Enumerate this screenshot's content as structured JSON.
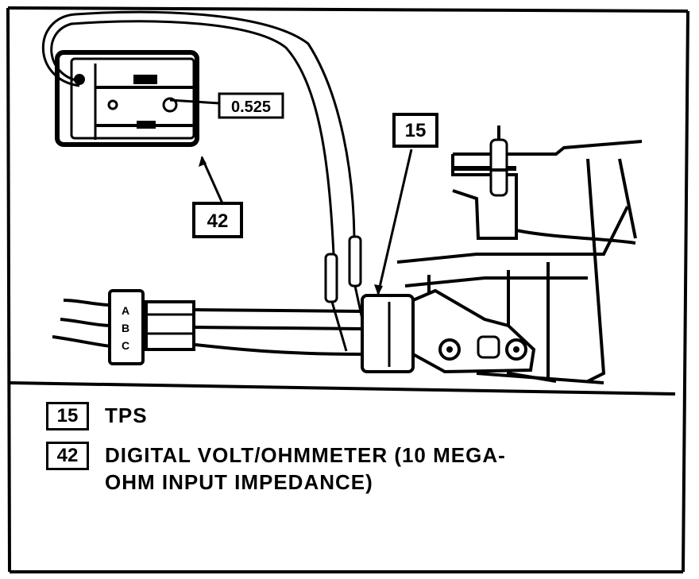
{
  "callouts": {
    "tps_number": "15",
    "meter_number": "42",
    "meter_display": "0.525"
  },
  "connector_pins": [
    "A",
    "B",
    "C"
  ],
  "legend": [
    {
      "number": "15",
      "lines": [
        "TPS"
      ]
    },
    {
      "number": "42",
      "lines": [
        "DIGITAL VOLT/OHMMETER (10 MEGA-",
        "OHM INPUT IMPEDANCE)"
      ]
    }
  ]
}
